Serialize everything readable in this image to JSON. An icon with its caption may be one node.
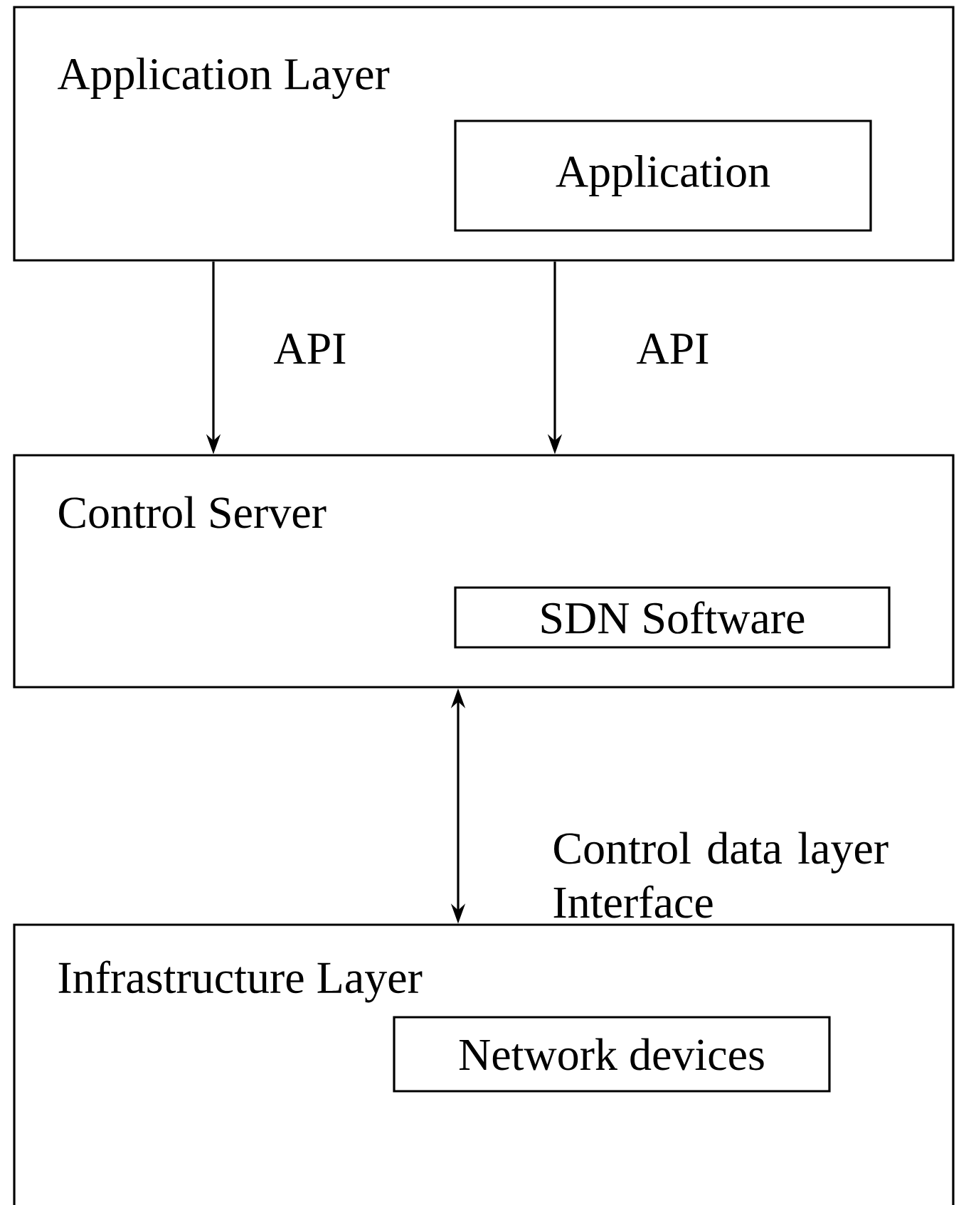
{
  "diagram": {
    "nodes": [
      {
        "text": [
          "Application Layer"
        ]
      },
      {
        "text": [
          "Application"
        ],
        "in": 0
      },
      {
        "text": [
          "Control Server"
        ]
      },
      {
        "text": [
          "SDN Software"
        ],
        "in": 2
      },
      {
        "text": [
          "Infrastructure Layer"
        ]
      },
      {
        "text": [
          "Network devices"
        ],
        "in": 4
      }
    ],
    "edges": [
      {
        "from": 0,
        "to": 2,
        "arrow": "to",
        "label": "API"
      },
      {
        "from": 0,
        "to": 2,
        "arrow": "to",
        "label": "API"
      },
      {
        "from": 2,
        "to": 4,
        "arrow": "both",
        "label": "Control data layer Interface"
      }
    ]
  }
}
